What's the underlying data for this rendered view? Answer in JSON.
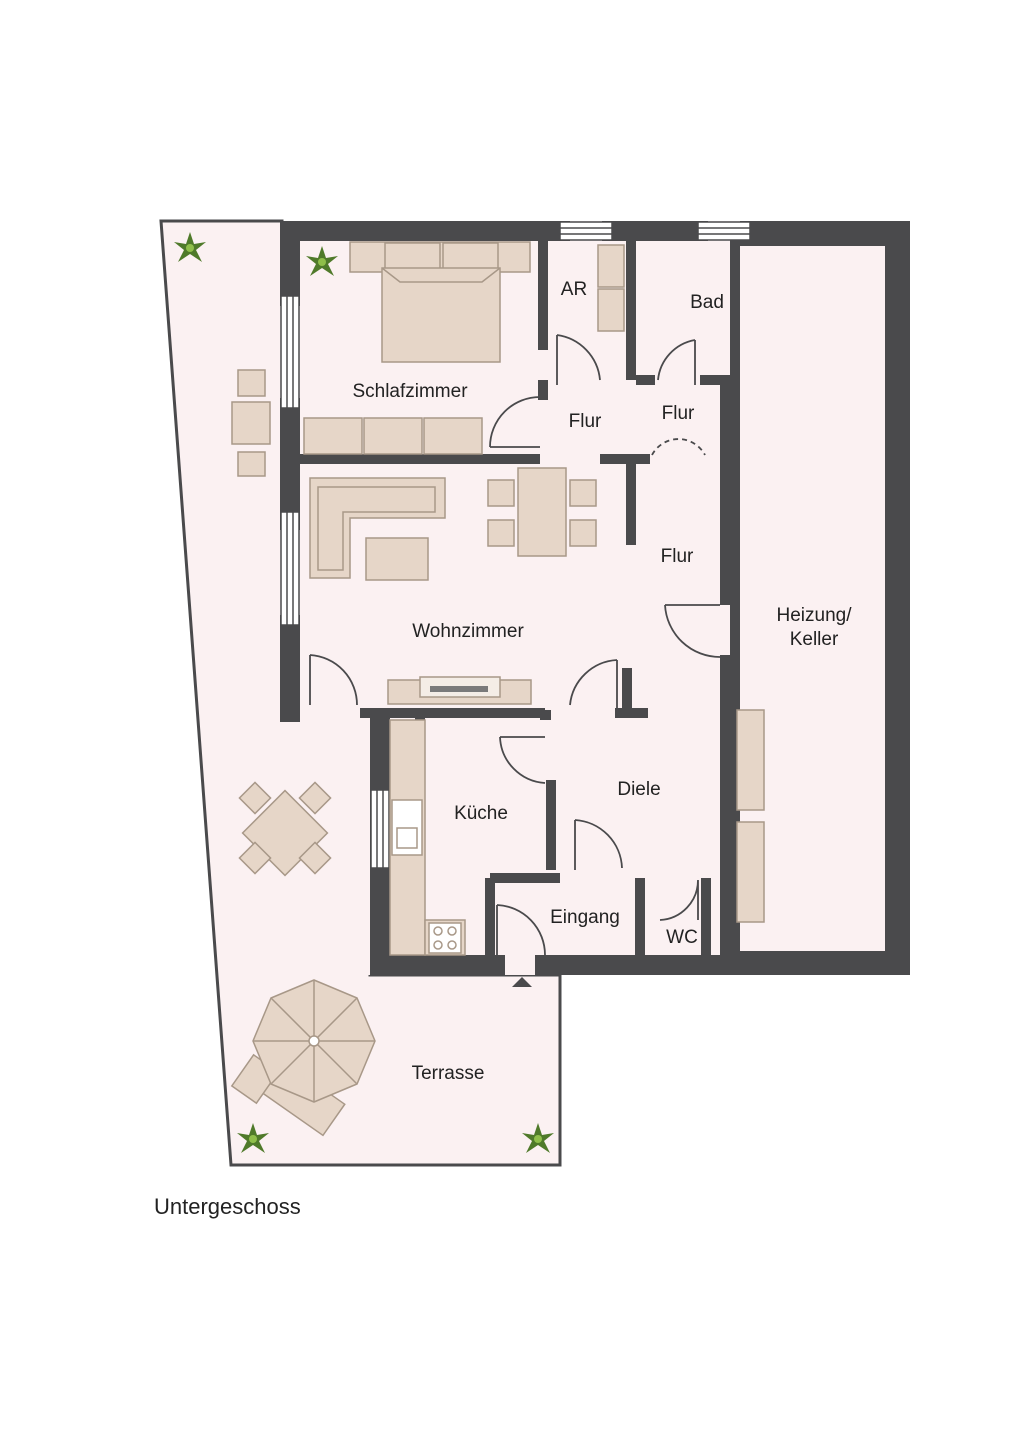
{
  "floor_name": "Untergeschoss",
  "rooms": {
    "schlafzimmer": "Schlafzimmer",
    "ar": "AR",
    "bad": "Bad",
    "flur_1": "Flur",
    "flur_2": "Flur",
    "flur_3": "Flur",
    "wohnzimmer": "Wohnzimmer",
    "heizung_line1": "Heizung/",
    "heizung_line2": "Keller",
    "kueche": "Küche",
    "diele": "Diele",
    "eingang": "Eingang",
    "wc": "WC",
    "terrasse": "Terrasse"
  },
  "colors": {
    "wall": "#4a4a4c",
    "floor": "#fbf1f2",
    "furniture": "#e6d6c8",
    "furniture_stroke": "#a89888",
    "plant": "#4f7a2a"
  }
}
